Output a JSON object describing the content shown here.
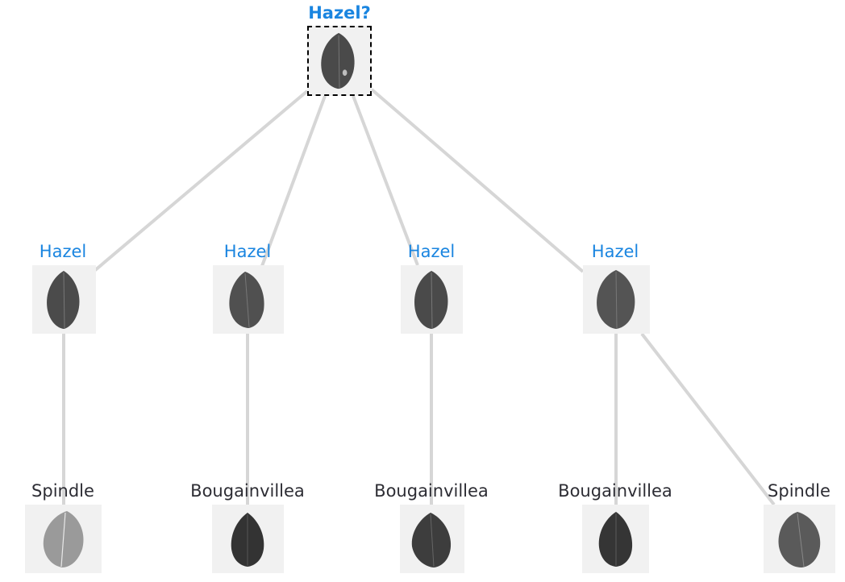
{
  "query": {
    "label": "Hazel?",
    "label_color": "#1a85e0",
    "leaf_shade": "#4a4a4a"
  },
  "neighbors": [
    {
      "label": "Hazel",
      "leaf_shade": "#4b4b4b"
    },
    {
      "label": "Hazel",
      "leaf_shade": "#505050"
    },
    {
      "label": "Hazel",
      "leaf_shade": "#4a4a4a"
    },
    {
      "label": "Hazel",
      "leaf_shade": "#545454"
    }
  ],
  "leaves": [
    {
      "label": "Spindle",
      "leaf_shade": "#9a9a9a"
    },
    {
      "label": "Bougainvillea",
      "leaf_shade": "#333333"
    },
    {
      "label": "Bougainvillea",
      "leaf_shade": "#3d3d3d"
    },
    {
      "label": "Bougainvillea",
      "leaf_shade": "#353535"
    },
    {
      "label": "Spindle",
      "leaf_shade": "#5a5a5a"
    }
  ],
  "colors": {
    "predicted_label": "#1a85e0",
    "ground_truth_label": "#2d2d34",
    "edge": "#d6d6d6",
    "thumbnail_background": "#f1f1f1"
  }
}
